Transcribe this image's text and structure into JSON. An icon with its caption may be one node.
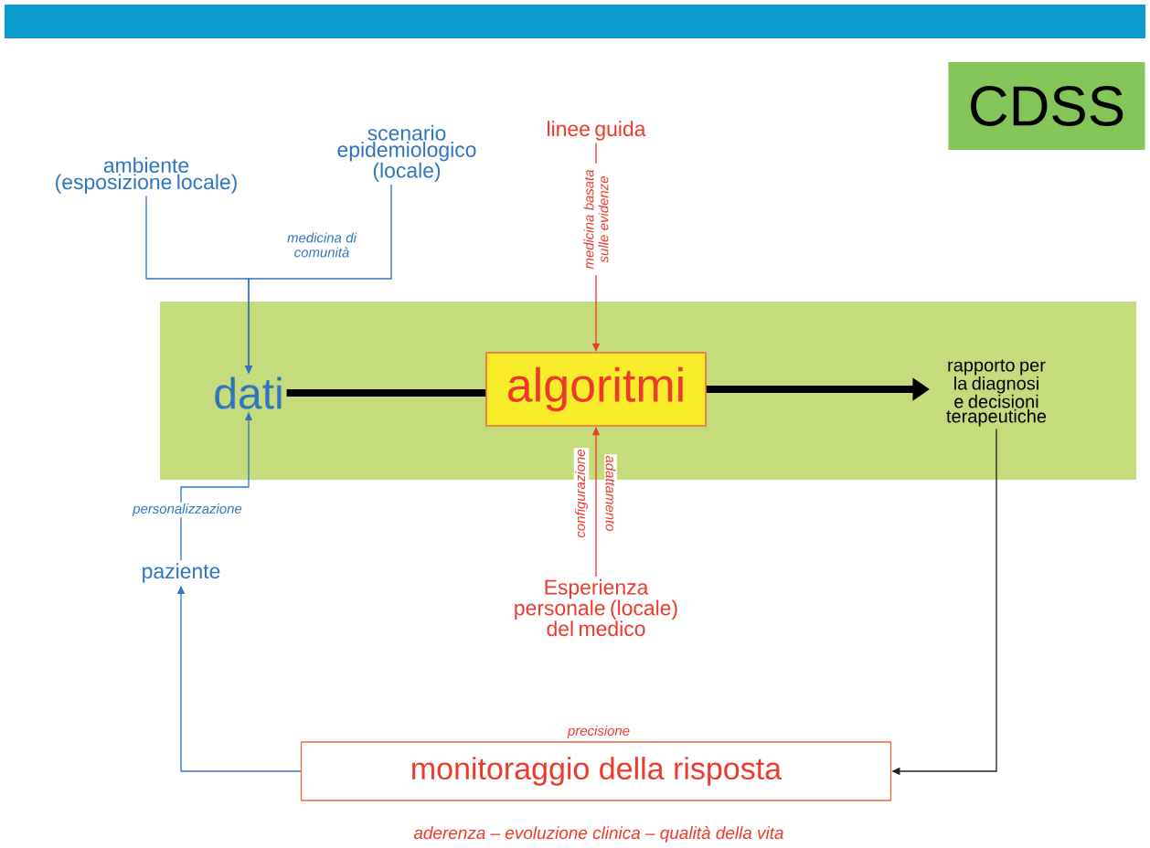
{
  "diagram": {
    "nodes": [
      {
        "text": [
          "CDSS"
        ]
      },
      {
        "text": [
          "ambiente (esposizione locale)"
        ]
      },
      {
        "text": [
          "scenario epidemiologico (locale)"
        ]
      },
      {
        "text": [
          "linee guida"
        ]
      },
      {
        "text": [],
        "shape": "box"
      },
      {
        "text": [
          "dati"
        ],
        "in": 4
      },
      {
        "text": [
          "algoritmi"
        ],
        "in": 4
      },
      {
        "text": [
          "rapporto per la diagnosi e decisioni terapeutiche"
        ],
        "in": 4
      },
      {
        "text": [
          "paziente"
        ]
      },
      {
        "text": [
          "Esperienza personale (locale) del medico"
        ]
      },
      {
        "text": [
          "monitoraggio della  risposta"
        ],
        "beside": [
          "precisione",
          "aderenza – evoluzione clinica – qualità della vita"
        ]
      }
    ],
    "edges": [
      {
        "from": 1,
        "to": 5,
        "arrow": "to"
      },
      {
        "from": 2,
        "to": 5,
        "arrow": "to",
        "label": "medicina di comunità"
      },
      {
        "from": 8,
        "to": 5,
        "arrow": "to",
        "label": "personalizzazione"
      },
      {
        "from": 5,
        "to": 6,
        "arrow": "none",
        "style": "thick",
        "color": "#000000"
      },
      {
        "from": 6,
        "to": 7,
        "arrow": "to",
        "style": "thick",
        "color": "#000000"
      },
      {
        "from": 3,
        "to": 6,
        "arrow": "to",
        "label": "medicina basata sulle evidenze",
        "color": "#ee3a2a"
      },
      {
        "from": 9,
        "to": 6,
        "arrow": "to",
        "label": "configurazione",
        "color": "#ee3a2a"
      },
      {
        "from": 7,
        "to": 10,
        "arrow": "to",
        "color": "#222222"
      },
      {
        "from": 10,
        "to": 8,
        "arrow": "to"
      }
    ],
    "labels": [
      "adattamento"
    ]
  }
}
